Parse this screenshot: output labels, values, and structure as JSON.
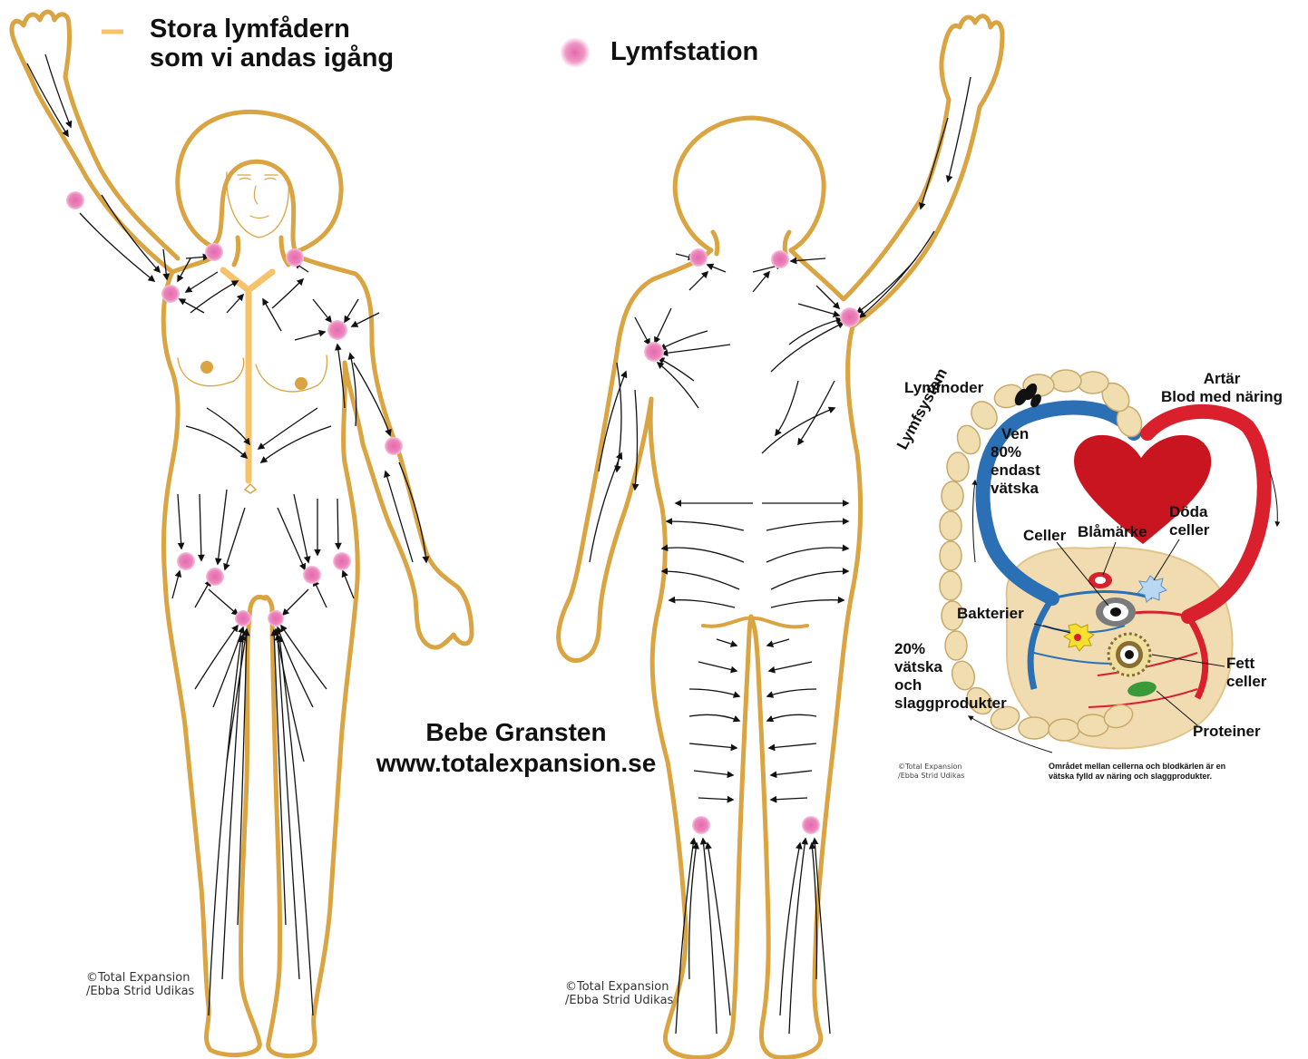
{
  "legend": {
    "vessel_label_line1": "Stora lymfådern",
    "vessel_label_line2": "som vi andas igång",
    "station_label": "Lymfstation"
  },
  "author": {
    "name": "Bebe Gransten",
    "website": "www.totalexpansion.se"
  },
  "credits": {
    "front_line1": "©Total Expansion",
    "front_line2": "/Ebba Strid Udikas",
    "back_line1": "©Total Expansion",
    "back_line2": "/Ebba Strid Udikas",
    "inset_line1": "©Total Expansion",
    "inset_line2": "/Ebba Strid Udikas"
  },
  "inset": {
    "lymfnoder": "Lymfnoder",
    "artar": "Artär",
    "blod": "Blod med näring",
    "lymfsystem": "Lymfsystem",
    "ven_1": "Ven",
    "ven_2": "80%",
    "ven_3": "endast",
    "ven_4": "vätska",
    "doda_1": "Döda",
    "doda_2": "celler",
    "celler": "Celler",
    "blamarke": "Blåmärke",
    "bakterier": "Bakterier",
    "pct_1": "20%",
    "pct_2": "vätska",
    "pct_3": "och",
    "pct_4": "slaggprodukter",
    "fett_1": "Fett",
    "fett_2": "celler",
    "proteiner": "Proteiner",
    "caption_1": "Området mellan cellerna och blodkärlen är en",
    "caption_2": "vätska fylld av näring och slaggprodukter."
  },
  "colors": {
    "outline": "#d9a441",
    "vessel": "#f6c36a",
    "station": "#e879b4",
    "artery": "#d9202c",
    "vein": "#2b6fb5",
    "lymph": "#f0ddb0",
    "tissue": "#f1dcb2"
  }
}
